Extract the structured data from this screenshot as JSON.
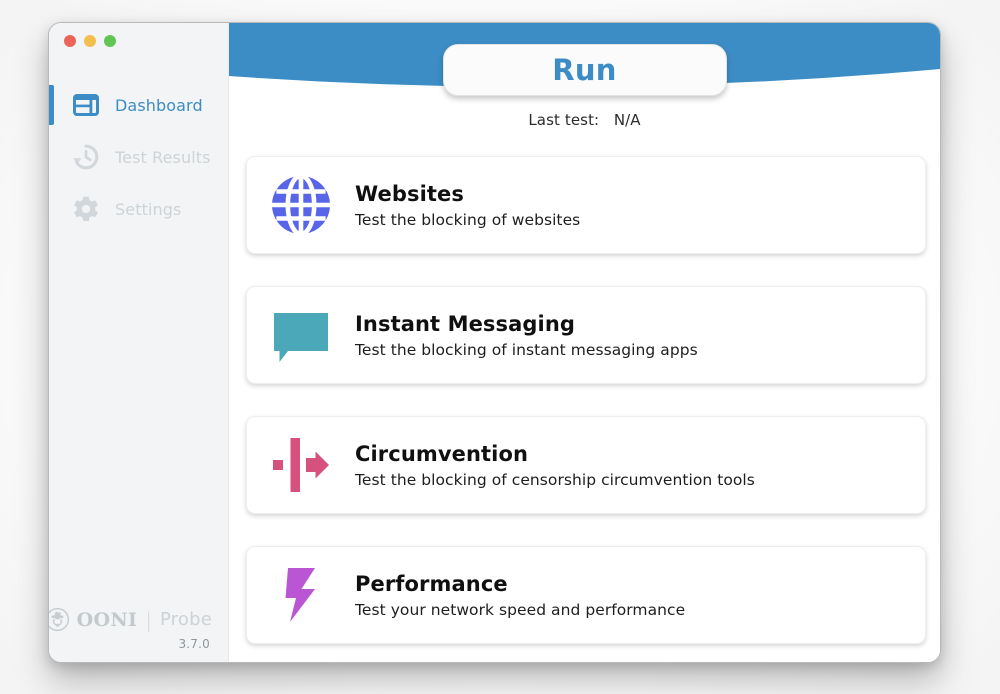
{
  "window": {
    "traffic_lights": [
      {
        "name": "close",
        "color": "#EC6459"
      },
      {
        "name": "minimize",
        "color": "#F4BE4F"
      },
      {
        "name": "zoom",
        "color": "#61C554"
      }
    ]
  },
  "sidebar": {
    "items": [
      {
        "label": "Dashboard",
        "icon": "dashboard-icon",
        "state": "active"
      },
      {
        "label": "Test Results",
        "icon": "history-clock-icon",
        "state": "inactive"
      },
      {
        "label": "Settings",
        "icon": "gear-icon",
        "state": "inactive"
      }
    ],
    "brand": {
      "mark": "ooni-octopus-logo",
      "name": "OONI",
      "separator": "|",
      "product": "Probe",
      "version": "3.7.0"
    }
  },
  "header": {
    "band_color": "#3C8DC5",
    "run_label": "Run",
    "run_text_color": "#3C8DC5",
    "last_test_prefix": "Last test:",
    "last_test_value": "N/A"
  },
  "cards": [
    {
      "title": "Websites",
      "description": "Test the blocking of websites",
      "icon": "globe-icon",
      "color": "#5865E8"
    },
    {
      "title": "Instant Messaging",
      "description": "Test the blocking of instant messaging apps",
      "icon": "speech-bubble-icon",
      "color": "#4BA8B8"
    },
    {
      "title": "Circumvention",
      "description": "Test the blocking of censorship circumvention tools",
      "icon": "circumvention-arrow-icon",
      "color": "#D6517D"
    },
    {
      "title": "Performance",
      "description": "Test your network speed and performance",
      "icon": "lightning-bolt-icon",
      "color": "#BA55D3"
    }
  ]
}
